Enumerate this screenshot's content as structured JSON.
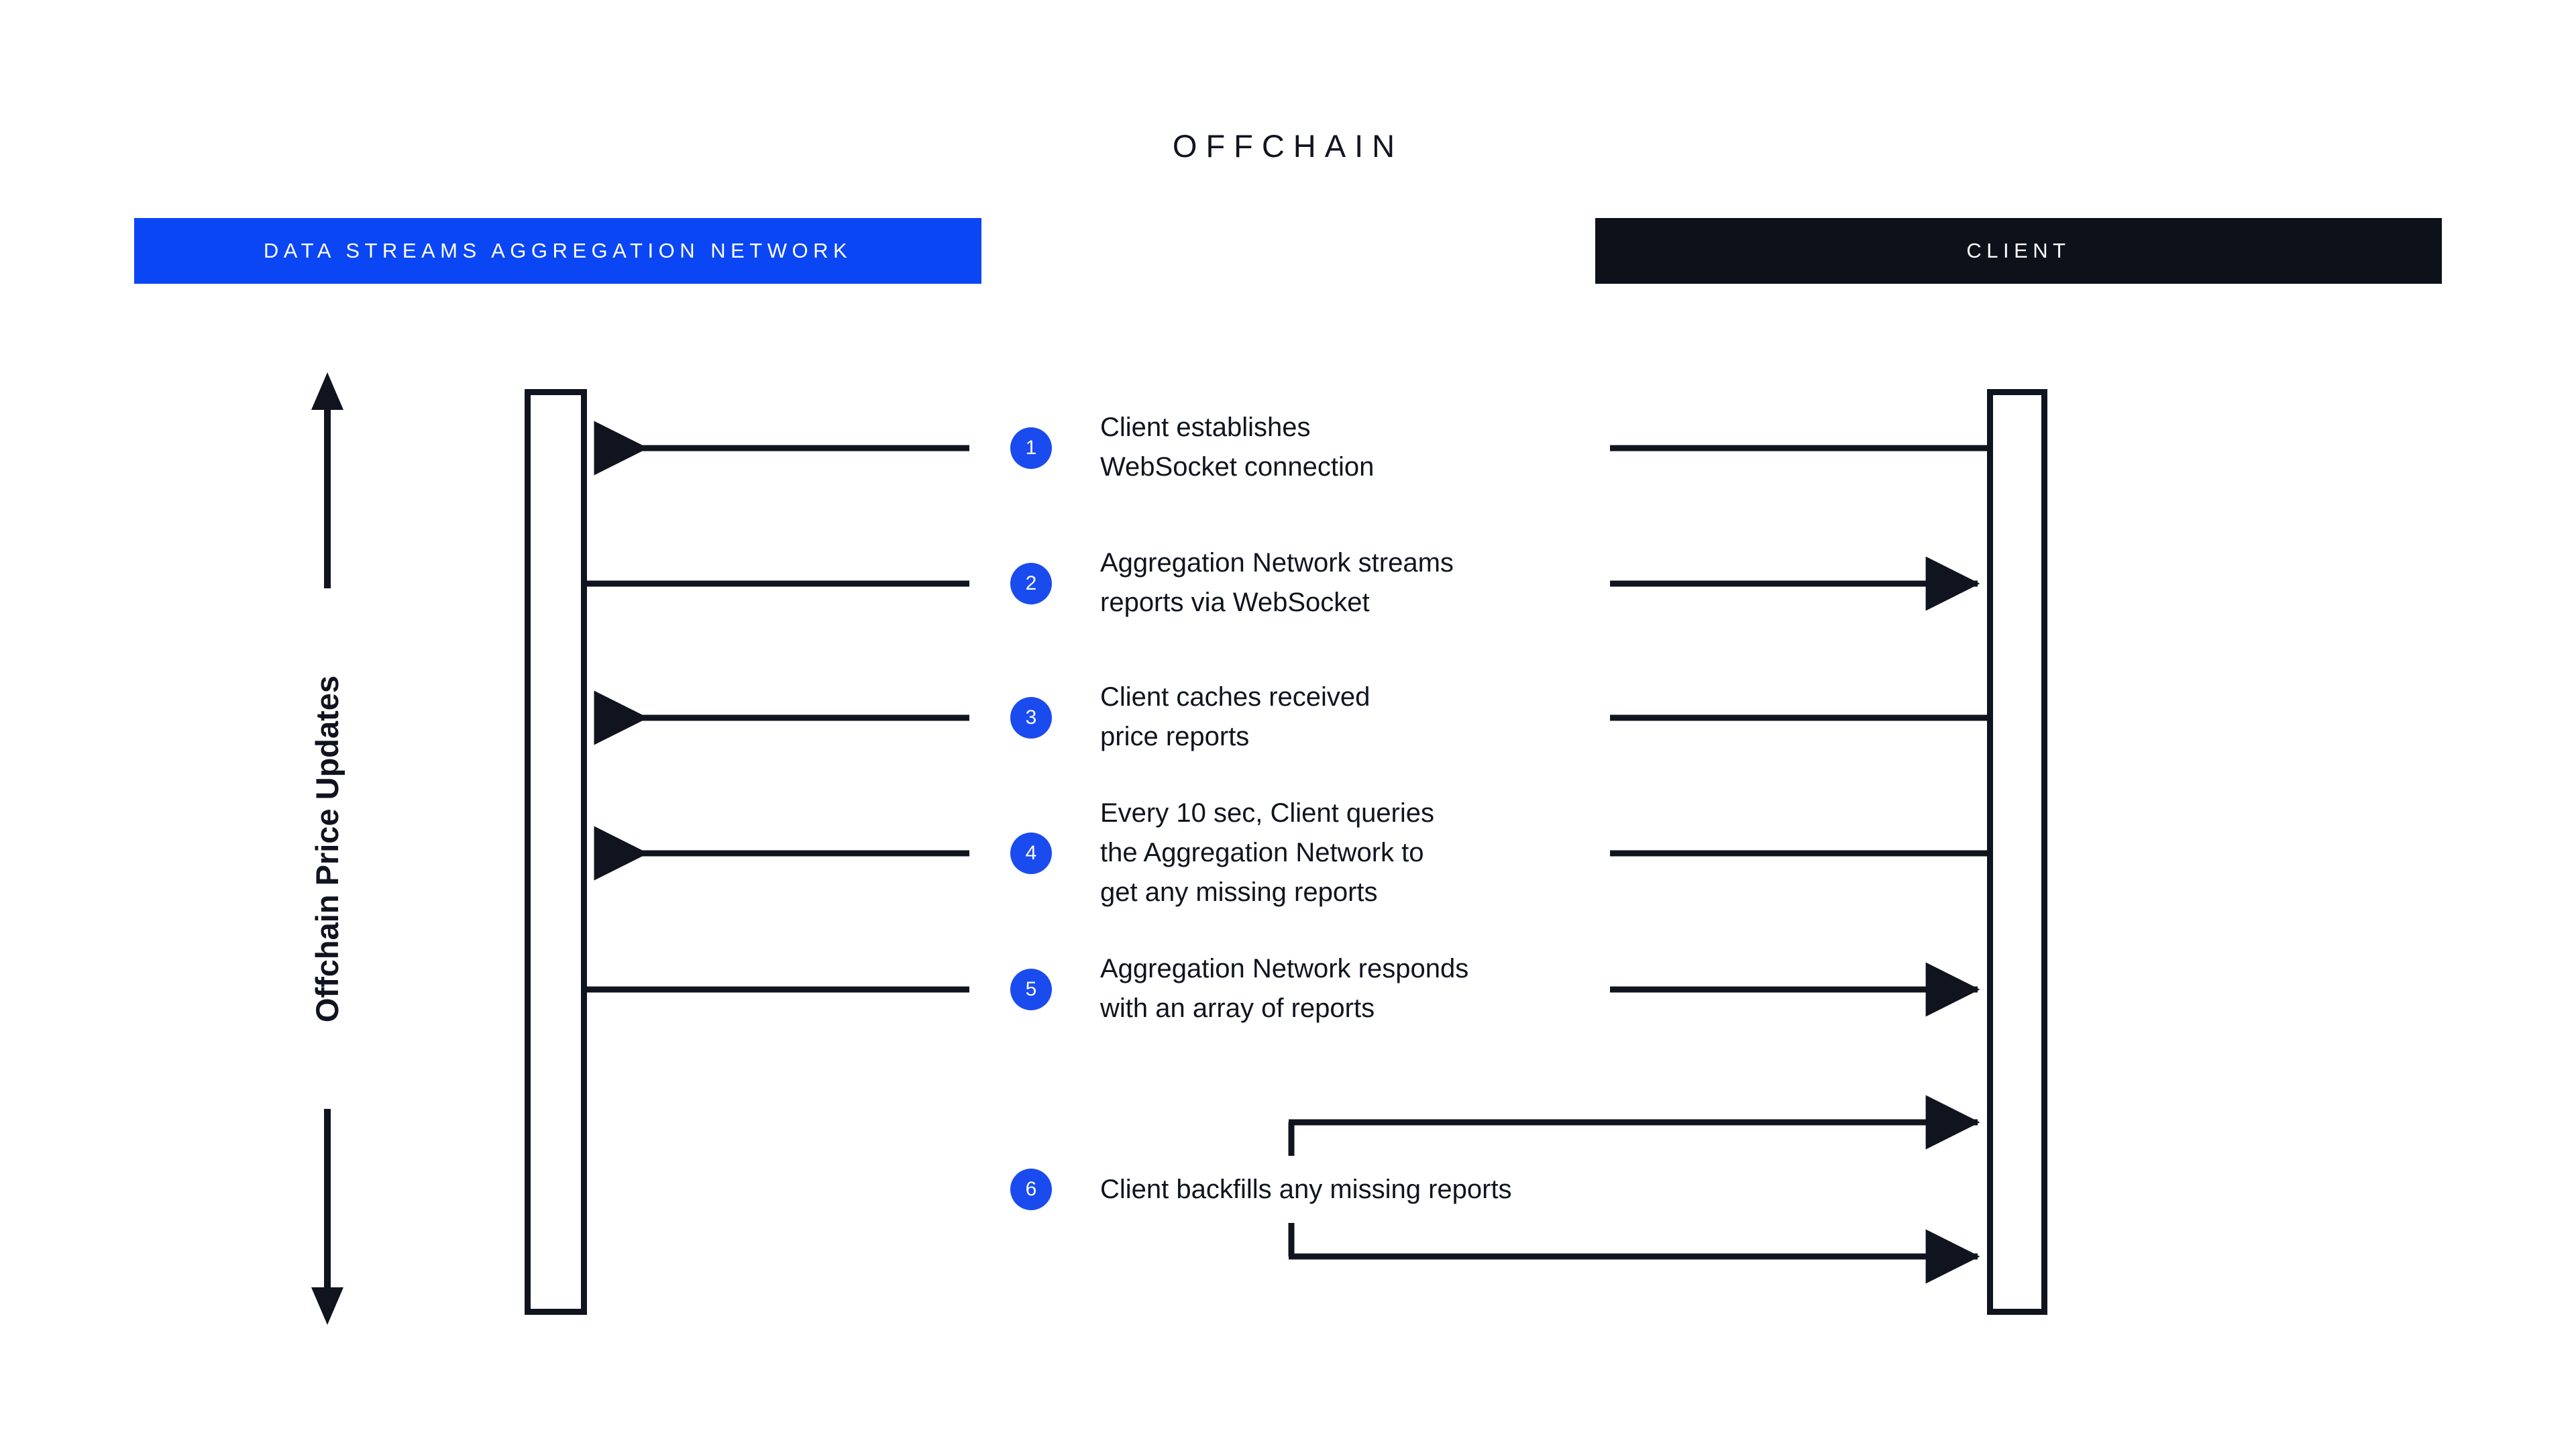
{
  "diagram": {
    "title": "OFFCHAIN",
    "vertical_axis_label": "Offchain Price Updates",
    "actors": [
      {
        "id": "network",
        "label": "DATA STREAMS AGGREGATION NETWORK",
        "color": "#0B46F5"
      },
      {
        "id": "client",
        "label": "CLIENT",
        "color": "#0D1119"
      }
    ],
    "accent_color": "#1A4BEF",
    "line_color": "#10141f",
    "steps": [
      {
        "number": "1",
        "text": "Client establishes\nWebSocket connection",
        "direction": "right-to-left"
      },
      {
        "number": "2",
        "text": "Aggregation Network streams\nreports via WebSocket",
        "direction": "left-to-right"
      },
      {
        "number": "3",
        "text": "Client caches received\nprice reports",
        "direction": "right-to-left"
      },
      {
        "number": "4",
        "text": "Every 10 sec, Client queries\nthe Aggregation Network to\nget any missing reports",
        "direction": "right-to-left"
      },
      {
        "number": "5",
        "text": "Aggregation Network responds\nwith an array of reports",
        "direction": "left-to-right"
      },
      {
        "number": "6",
        "text": "Client backfills any missing reports",
        "direction": "client-self-loop"
      }
    ]
  }
}
